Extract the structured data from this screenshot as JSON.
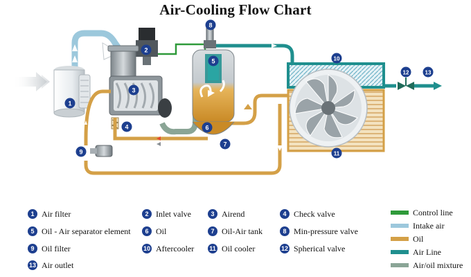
{
  "title": "Air-Cooling Flow Chart",
  "colors": {
    "control_line": "#2f9a3a",
    "intake_air": "#9cc8dc",
    "oil": "#d4a047",
    "air_line": "#1f8f8e",
    "air_oil_mixture": "#8aa596",
    "badge": "#1d3f8f"
  },
  "components": [
    {
      "number": "1",
      "label": "Air filter"
    },
    {
      "number": "2",
      "label": "Inlet valve"
    },
    {
      "number": "3",
      "label": "Airend"
    },
    {
      "number": "4",
      "label": "Check valve"
    },
    {
      "number": "5",
      "label": "Oil - Air separator element"
    },
    {
      "number": "6",
      "label": "Oil"
    },
    {
      "number": "7",
      "label": "Oil-Air tank"
    },
    {
      "number": "8",
      "label": "Min-pressure valve"
    },
    {
      "number": "9",
      "label": "Oil filter"
    },
    {
      "number": "10",
      "label": "Aftercooler"
    },
    {
      "number": "11",
      "label": "Oil cooler"
    },
    {
      "number": "12",
      "label": "Spherical valve"
    },
    {
      "number": "13",
      "label": "Air outlet"
    }
  ],
  "line_legend": [
    {
      "label": "Control line",
      "color": "#2f9a3a"
    },
    {
      "label": "Intake air",
      "color": "#9cc8dc"
    },
    {
      "label": "Oil",
      "color": "#d4a047"
    },
    {
      "label": "Air Line",
      "color": "#1f8f8e"
    },
    {
      "label": "Air/oil mixture",
      "color": "#8aa596"
    }
  ]
}
